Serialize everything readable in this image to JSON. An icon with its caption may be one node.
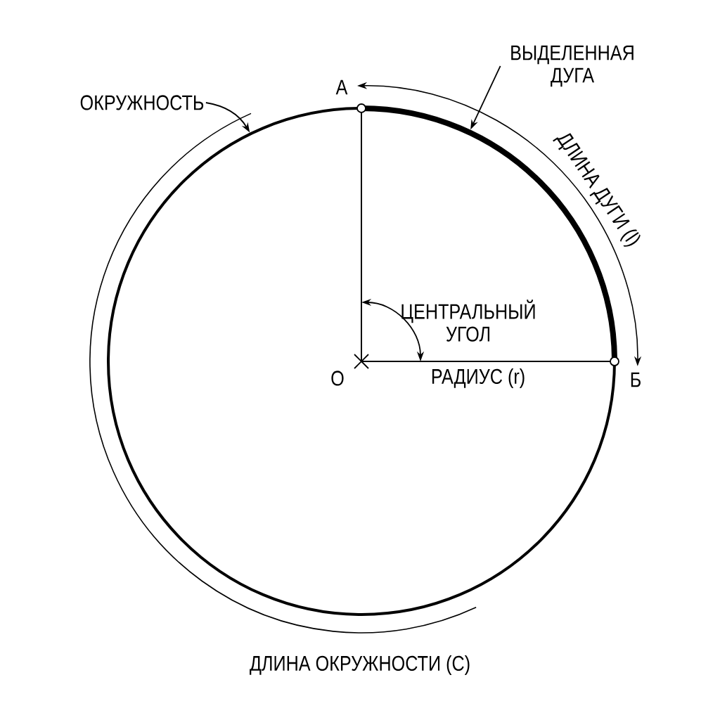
{
  "diagram": {
    "nodes": [
      {
        "text": [
          "ОКРУЖНОСТЬ"
        ]
      },
      {
        "text": [],
        "shape": "circle"
      },
      {
        "text": [
          "ВЫДЕЛЕННАЯ ДУГА"
        ]
      },
      {
        "text": [],
        "shape": "arc",
        "in": 1
      }
    ],
    "edges": [
      {
        "from": 0,
        "to": 1,
        "arrow": "to"
      },
      {
        "from": 2,
        "to": 3,
        "arrow": "to"
      }
    ],
    "labels": [
      "А",
      "ДЛИНА ДУГИ (l)",
      "ЦЕНТРАЛЬНЫЙ УГОЛ",
      "О",
      "РАДИУС (r)",
      "Б",
      "ДЛИНА ОКРУЖНОСТИ (C)"
    ]
  }
}
